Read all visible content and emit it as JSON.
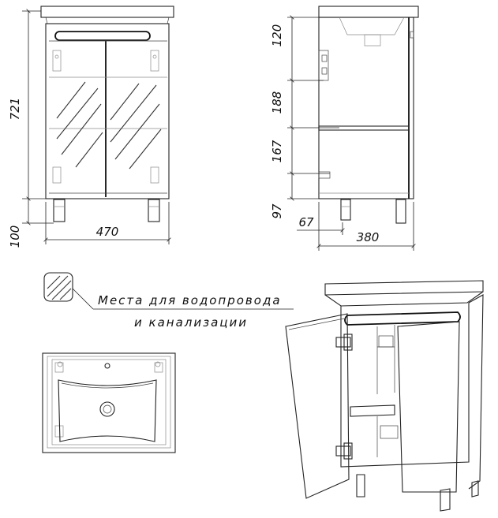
{
  "dimensions": {
    "width": "470",
    "height": "721",
    "leg_height": "100",
    "depth": "380",
    "side_120": "120",
    "side_188": "188",
    "side_167": "167",
    "side_97": "97",
    "side_67": "67"
  },
  "legend": {
    "line1": "Места для водопровода",
    "line2": "и канализации"
  }
}
